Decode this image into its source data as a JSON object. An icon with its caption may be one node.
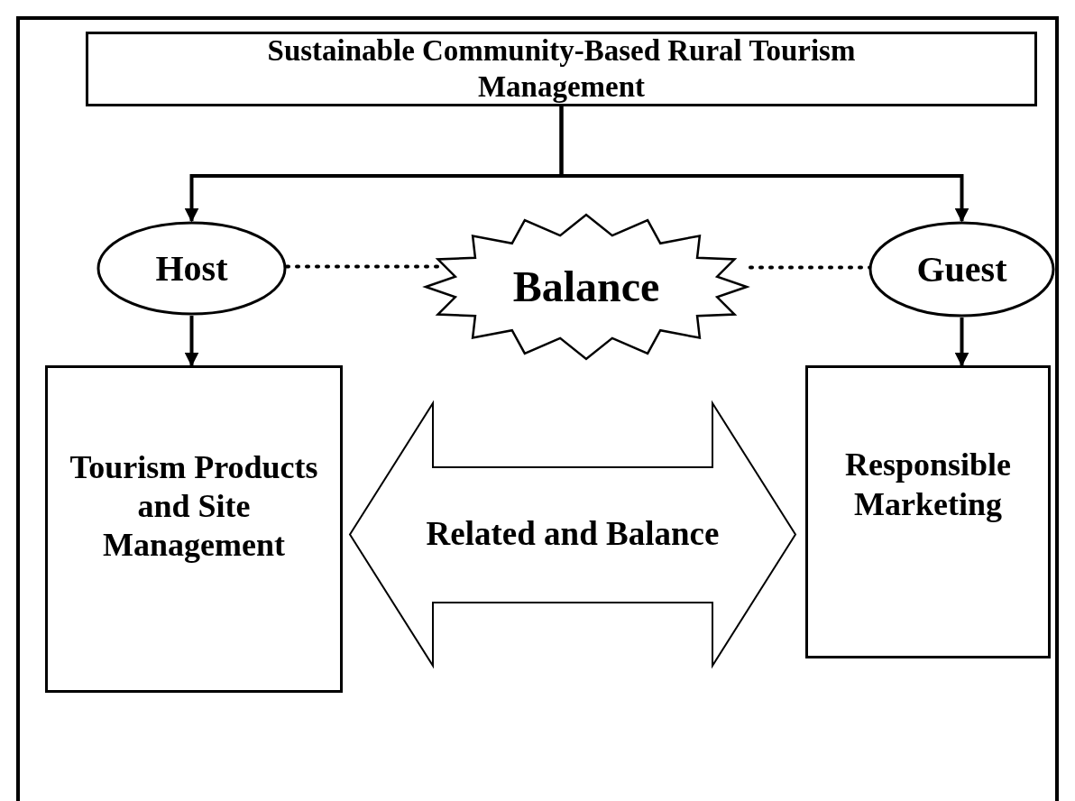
{
  "diagram": {
    "nodes": [
      {
        "text": [
          "Sustainable Community-Based Rural Tourism Management"
        ]
      },
      {
        "text": [
          "Host"
        ]
      },
      {
        "text": [
          "Balance"
        ]
      },
      {
        "text": [
          "Guest"
        ]
      },
      {
        "text": [
          "Tourism Products and Site Management"
        ]
      },
      {
        "text": [
          "Related and Balance"
        ]
      },
      {
        "text": [
          "Responsible Marketing"
        ]
      }
    ],
    "edges": [
      {
        "from": 0,
        "to": 1,
        "arrow": "to"
      },
      {
        "from": 0,
        "to": 3,
        "arrow": "to"
      },
      {
        "from": 1,
        "to": 2,
        "arrow": "none",
        "style": "dashed"
      },
      {
        "from": 2,
        "to": 3,
        "arrow": "none",
        "style": "dashed"
      },
      {
        "from": 1,
        "to": 4,
        "arrow": "to"
      },
      {
        "from": 3,
        "to": 6,
        "arrow": "to"
      }
    ]
  }
}
